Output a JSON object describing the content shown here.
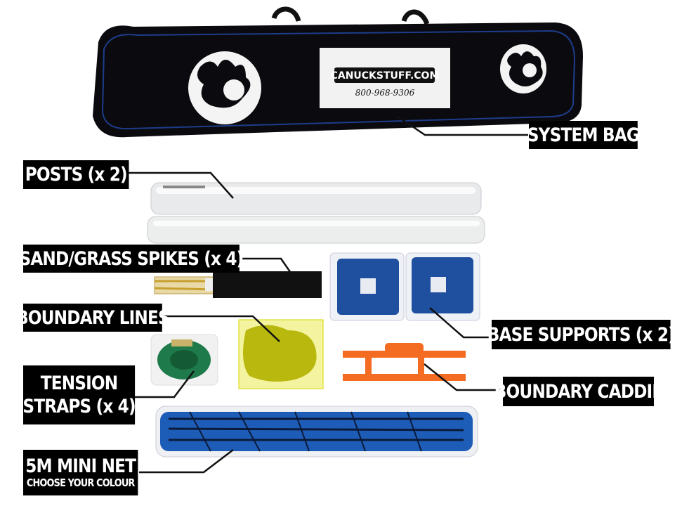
{
  "bag": {
    "brand": "CANUCKSTUFF.COM",
    "phone": "800-968-9306"
  },
  "labels": {
    "system_bag": "SYSTEM BAG",
    "posts": "POSTS (x 2)",
    "spikes": "SAND/GRASS SPIKES (x 4)",
    "boundary_lines": "BOUNDARY LINES",
    "tension_straps_1": "TENSION",
    "tension_straps_2": "STRAPS (x 4)",
    "base_supports": "BASE SUPPORTS (x 2)",
    "boundary_caddie": "BOUNDARY CADDIE",
    "mini_net": "5M  MINI NET",
    "mini_net_sub": "CHOOSE YOUR COLOUR"
  },
  "colors": {
    "label_bg": "#000000",
    "label_text": "#ffffff",
    "bag": "#0b0b0f",
    "base_blue": "#1f4f9f",
    "caddie_orange": "#f36c21",
    "boundary_yellow": "#e7e600",
    "strap_green": "#1e7a4a",
    "net_blue": "#1e5db7"
  }
}
